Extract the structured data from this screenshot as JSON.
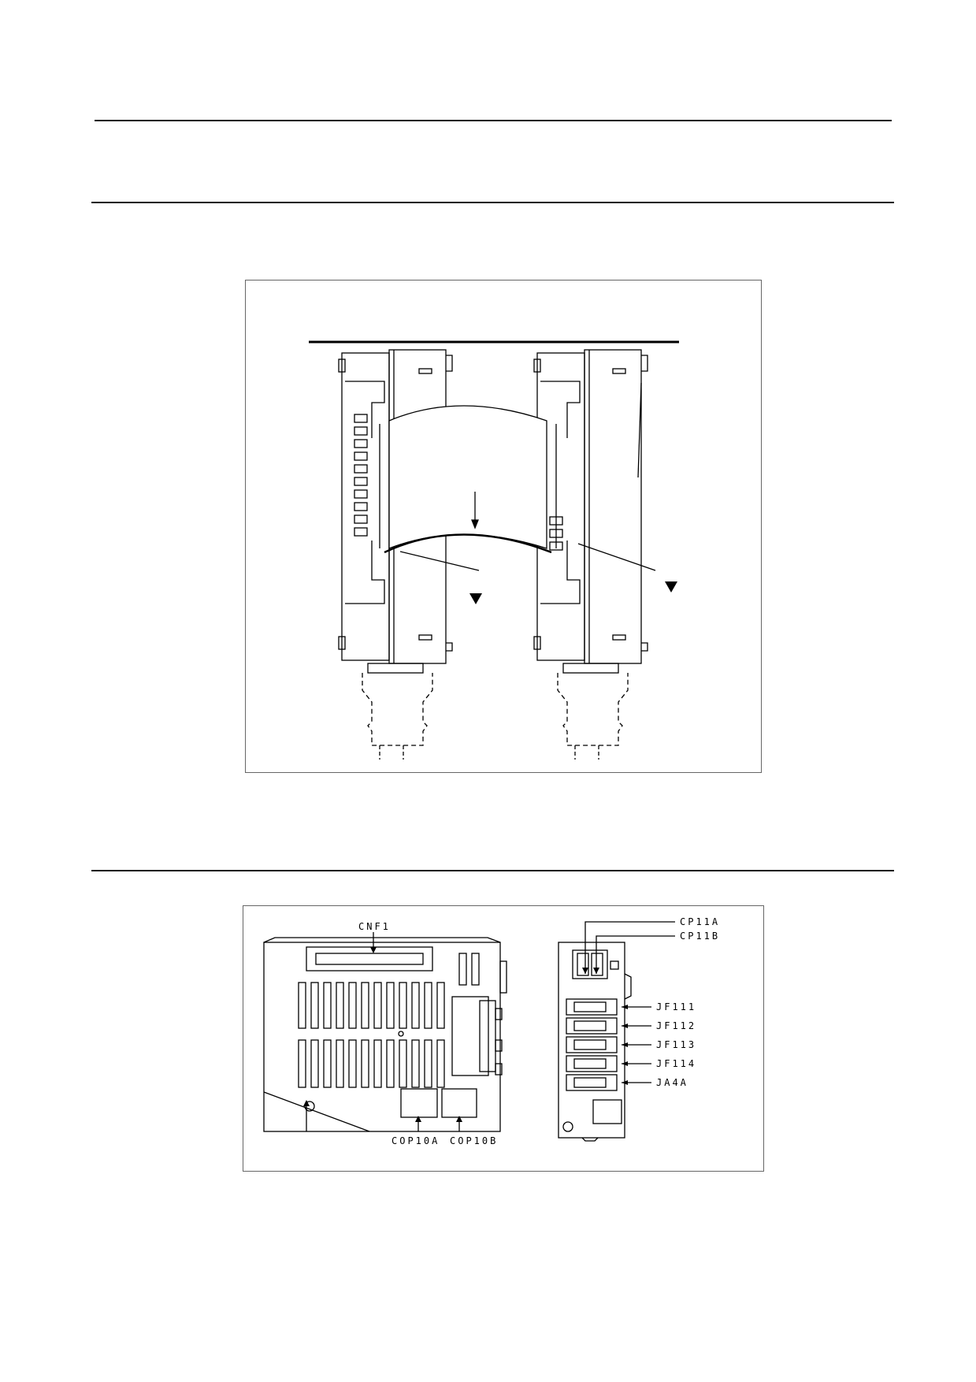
{
  "figure_bottom": {
    "callouts": {
      "cnf1": "CNF1",
      "cp11a": "CP11A",
      "cp11b": "CP11B",
      "jf111": "JF111",
      "jf112": "JF112",
      "jf113": "JF113",
      "jf114": "JF114",
      "ja4a": "JA4A",
      "cop10a": "COP10A",
      "cop10b": "COP10B"
    }
  }
}
